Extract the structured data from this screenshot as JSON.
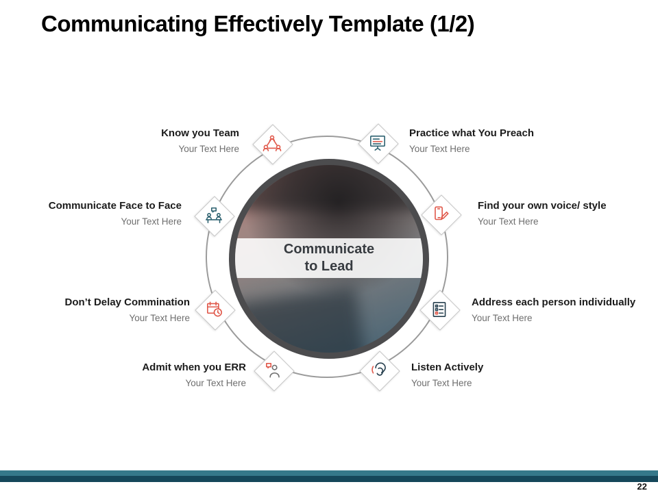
{
  "slide": {
    "title": "Communicating Effectively Template (1/2)",
    "page_number": "22"
  },
  "center": {
    "line1": "Communicate",
    "line2": "to Lead"
  },
  "items": [
    {
      "label": "Know you Team",
      "sub": "Your Text Here",
      "icon": "team-network-icon",
      "side": "left"
    },
    {
      "label": "Practice what You Preach",
      "sub": "Your Text Here",
      "icon": "presentation-notes-icon",
      "side": "right"
    },
    {
      "label": "Communicate Face to Face",
      "sub": "Your Text Here",
      "icon": "face-to-face-meeting-icon",
      "side": "left"
    },
    {
      "label": "Find your own voice/ style",
      "sub": "Your Text Here",
      "icon": "phone-pencil-icon",
      "side": "right"
    },
    {
      "label": "Don’t Delay Commination",
      "sub": "Your Text Here",
      "icon": "calendar-clock-icon",
      "side": "left"
    },
    {
      "label": "Address each person individually",
      "sub": "Your Text Here",
      "icon": "individual-checklist-icon",
      "side": "right"
    },
    {
      "label": "Admit when you ERR",
      "sub": "Your Text Here",
      "icon": "person-speech-icon",
      "side": "left"
    },
    {
      "label": "Listen Actively",
      "sub": "Your Text Here",
      "icon": "ear-listening-icon",
      "side": "right"
    }
  ],
  "colors": {
    "accent_red": "#E0584A",
    "accent_teal": "#2E6270",
    "accent_dark": "#27404F",
    "footer_bar_light": "#35788A",
    "footer_bar_dark": "#15475A"
  }
}
